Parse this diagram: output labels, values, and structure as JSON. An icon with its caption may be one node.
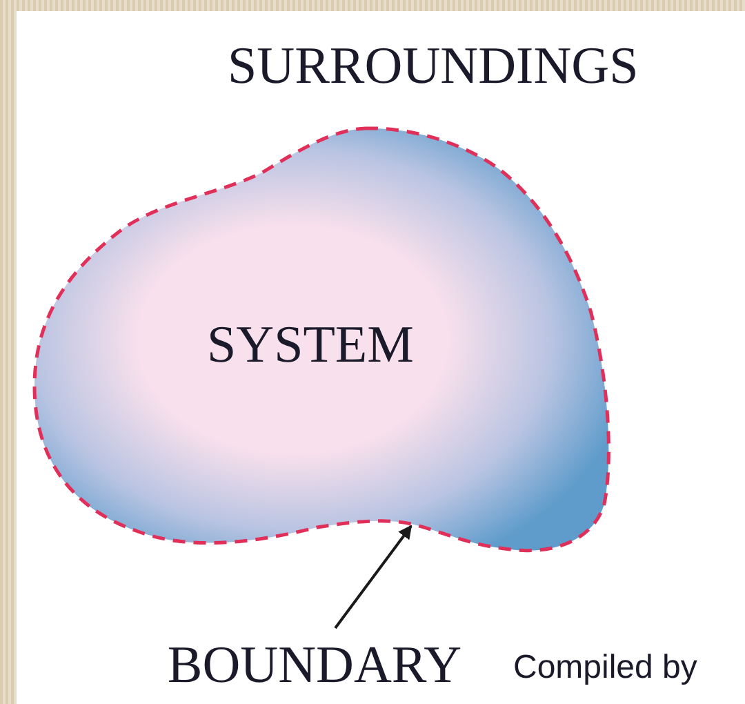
{
  "diagram": {
    "nodes": [
      {
        "text": [
          "SYSTEM"
        ]
      },
      {
        "text": [
          "BOUNDARY"
        ]
      }
    ],
    "edges": [
      {
        "from": 1,
        "to": 0,
        "arrow": "to"
      }
    ],
    "labels": [
      "SURROUNDINGS",
      "Compiled by"
    ]
  }
}
